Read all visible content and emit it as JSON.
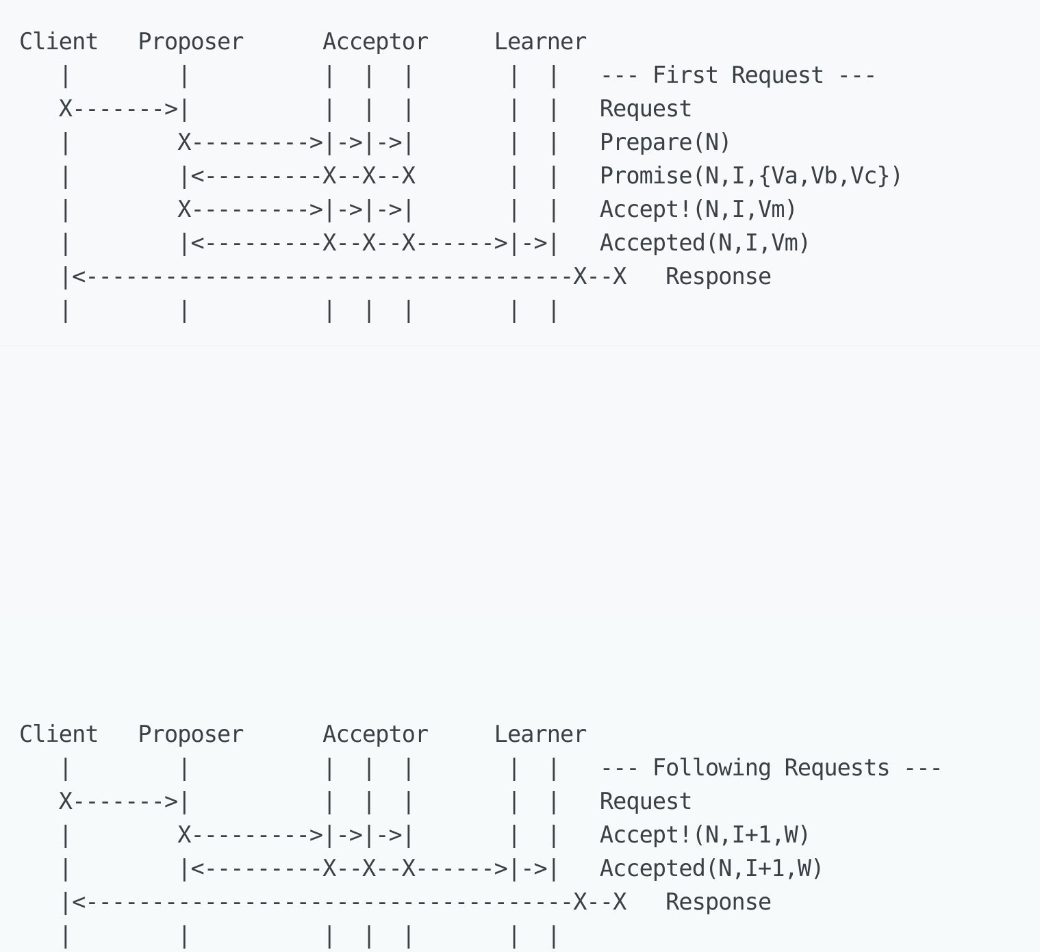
{
  "meta": {
    "diagram_title": "Paxos Protocol Message Flow (ASCII sequence diagram)",
    "background_color": "#f7f9fa",
    "text_color": "#3b4045",
    "divider_color": "#e7ecef"
  },
  "roles": {
    "client": "Client",
    "proposer": "Proposer",
    "acceptor": "Acceptor",
    "learner": "Learner"
  },
  "sections": [
    {
      "id": "first-request",
      "banner": "--- First Request ---",
      "header_row": "Client   Proposer      Acceptor     Learner",
      "messages": [
        "Request",
        "Prepare(N)",
        "Promise(N,I,{Va,Vb,Vc})",
        "Accept!(N,I,Vm)",
        "Accepted(N,I,Vm)",
        "Response"
      ],
      "ascii": "Client   Proposer      Acceptor     Learner\n   |        |          |  |  |       |  |   --- First Request ---\n   X------->|          |  |  |       |  |   Request\n   |        X--------->|->|->|       |  |   Prepare(N)\n   |        |<---------X--X--X       |  |   Promise(N,I,{Va,Vb,Vc})\n   |        X--------->|->|->|       |  |   Accept!(N,I,Vm)\n   |        |<---------X--X--X------>|->|   Accepted(N,I,Vm)\n   |<-------------------------------------X--X   Response\n   |        |          |  |  |       |  |"
    },
    {
      "id": "following-requests",
      "banner": "--- Following Requests ---",
      "header_row": "Client   Proposer      Acceptor     Learner",
      "messages": [
        "Request",
        "Accept!(N,I+1,W)",
        "Accepted(N,I+1,W)",
        "Response"
      ],
      "ascii": "Client   Proposer      Acceptor     Learner\n   |        |          |  |  |       |  |   --- Following Requests ---\n   X------->|          |  |  |       |  |   Request\n   |        X--------->|->|->|       |  |   Accept!(N,I+1,W)\n   |        |<---------X--X--X------>|->|   Accepted(N,I+1,W)\n   |<-------------------------------------X--X   Response\n   |        |          |  |  |       |  |"
    }
  ],
  "glyph_legend": {
    "lifeline": "|",
    "send_marker": "X",
    "arrow_right": "->",
    "arrow_left": "<-",
    "dash": "-"
  }
}
